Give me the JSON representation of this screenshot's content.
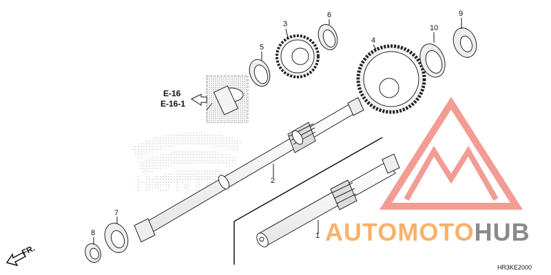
{
  "diagram": {
    "code": "HR3KE2000",
    "direction_label": "FR.",
    "references": [
      "E-16",
      "E-16-1"
    ],
    "background_brand": "HONDA",
    "watermark": {
      "part1": "AUTOMOTO",
      "part2": "HUB",
      "color_red": "#f28b82",
      "color_orange": "#f7b26a",
      "color_gray": "#8a8a8a"
    },
    "parts": [
      {
        "number": "1"
      },
      {
        "number": "2"
      },
      {
        "number": "3"
      },
      {
        "number": "4"
      },
      {
        "number": "5"
      },
      {
        "number": "6"
      },
      {
        "number": "7"
      },
      {
        "number": "8"
      },
      {
        "number": "9"
      },
      {
        "number": "10"
      }
    ]
  }
}
